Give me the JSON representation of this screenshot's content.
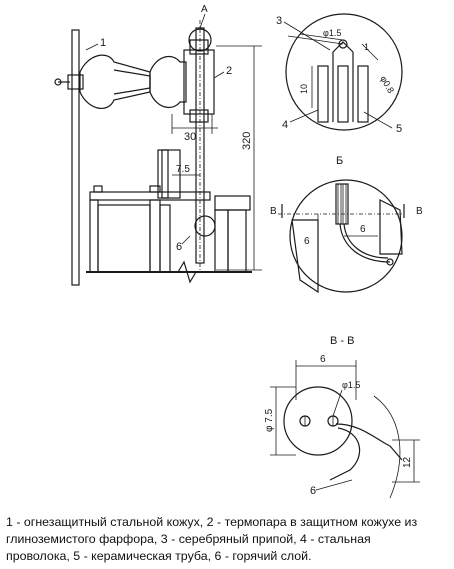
{
  "figure": {
    "labels": {
      "view_a_marker": "A",
      "view_b_marker": "Б",
      "section_title": "В - В",
      "section_mark_left": "В",
      "section_mark_right": "В",
      "callout_1": "1",
      "callout_2": "2",
      "callout_6_main": "6",
      "callout_3": "3",
      "callout_4": "4",
      "callout_5": "5",
      "callout_6_section": "6"
    },
    "dimensions": {
      "d_30": "30",
      "d_320": "320",
      "d_7_5_main": "7.5",
      "d_phi_1_5_a": "φ1.5",
      "d_phi_0_8": "φ0.8",
      "d_1": "1",
      "d_10": "10",
      "d_6_b_vertical": "6",
      "d_6_b_horizontal": "6",
      "d_6_section": "6",
      "d_phi_1_5_section": "φ1.5",
      "d_phi_7_5_section": "φ 7.5",
      "d_12": "12"
    }
  },
  "caption": {
    "line1": "1 - огнезащитный стальной кожух, 2 - термопара в защитном кожухе из",
    "line2": "глиноземистого фарфора, 3 - серебряный припой, 4 - стальная",
    "line3": "проволока, 5 - керамическая труба, 6 - горячий слой."
  }
}
